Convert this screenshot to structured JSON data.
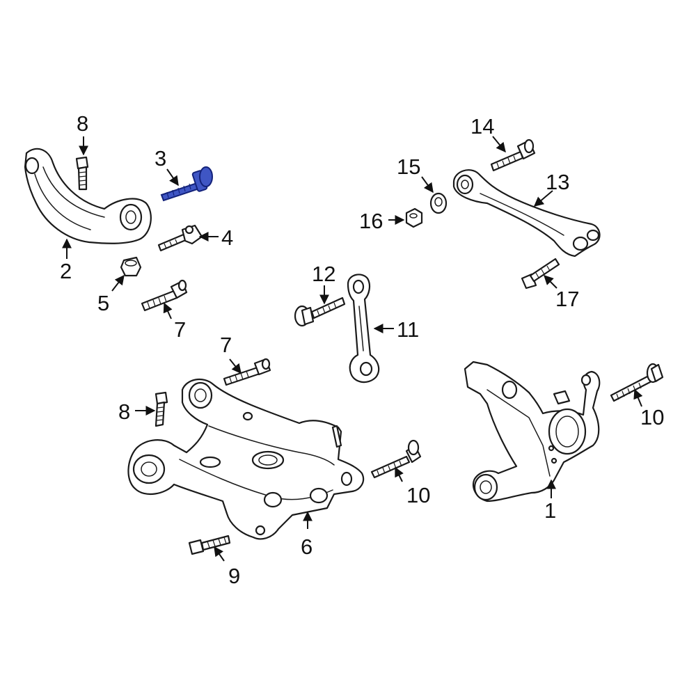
{
  "diagram": {
    "highlight_color": "#3f56c4",
    "callouts": {
      "c1": "1",
      "c2": "2",
      "c3": "3",
      "c4": "4",
      "c5": "5",
      "c6": "6",
      "c7a": "7",
      "c7b": "7",
      "c8a": "8",
      "c8b": "8",
      "c9": "9",
      "c10a": "10",
      "c10b": "10",
      "c11": "11",
      "c12": "12",
      "c13": "13",
      "c14": "14",
      "c15": "15",
      "c16": "16",
      "c17": "17"
    }
  }
}
